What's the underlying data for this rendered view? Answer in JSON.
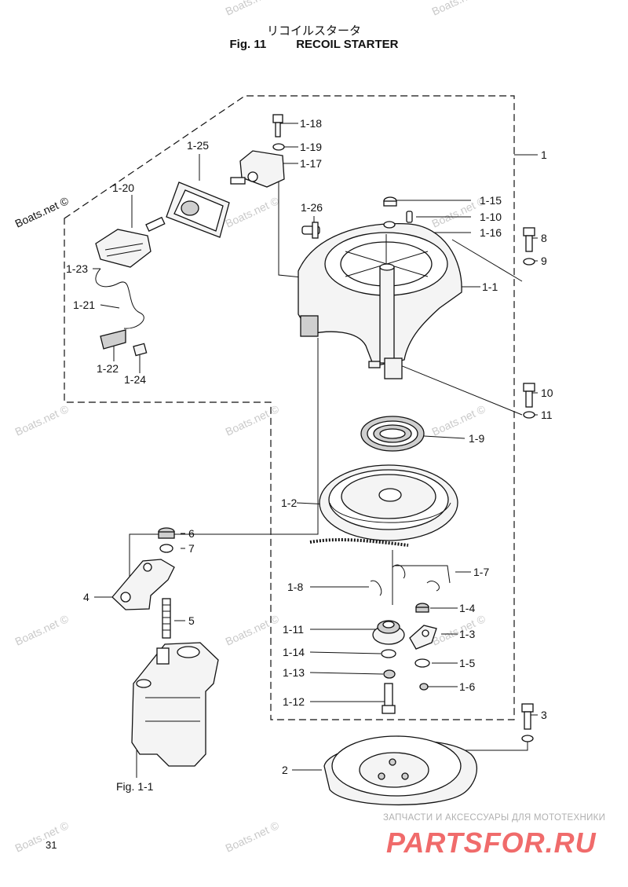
{
  "title": {
    "japanese": "リコイルスタータ",
    "figure": "Fig. 11",
    "name": "RECOIL STARTER"
  },
  "callouts": {
    "c1": "1",
    "c1_1": "1-1",
    "c1_2": "1-2",
    "c1_3": "1-3",
    "c1_4": "1-4",
    "c1_5": "1-5",
    "c1_6": "1-6",
    "c1_7": "1-7",
    "c1_8": "1-8",
    "c1_9": "1-9",
    "c1_10": "1-10",
    "c1_11": "1-11",
    "c1_12": "1-12",
    "c1_13": "1-13",
    "c1_14": "1-14",
    "c1_15": "1-15",
    "c1_16": "1-16",
    "c1_17": "1-17",
    "c1_18": "1-18",
    "c1_19": "1-19",
    "c1_20": "1-20",
    "c1_21": "1-21",
    "c1_22": "1-22",
    "c1_23": "1-23",
    "c1_24": "1-24",
    "c1_25": "1-25",
    "c1_26": "1-26",
    "c2": "2",
    "c3": "3",
    "c4": "4",
    "c5": "5",
    "c6": "6",
    "c7": "7",
    "c8": "8",
    "c9": "9",
    "c10": "10",
    "c11": "11",
    "fig_ref": "Fig. 1-1"
  },
  "watermark": "Boats.net ©",
  "page_number": "31",
  "shop": {
    "subtitle": "ЗАПЧАСТИ И АКСЕССУАРЫ ДЛЯ МОТОТЕХНИКИ",
    "logo": "PARTSFOR.RU"
  }
}
